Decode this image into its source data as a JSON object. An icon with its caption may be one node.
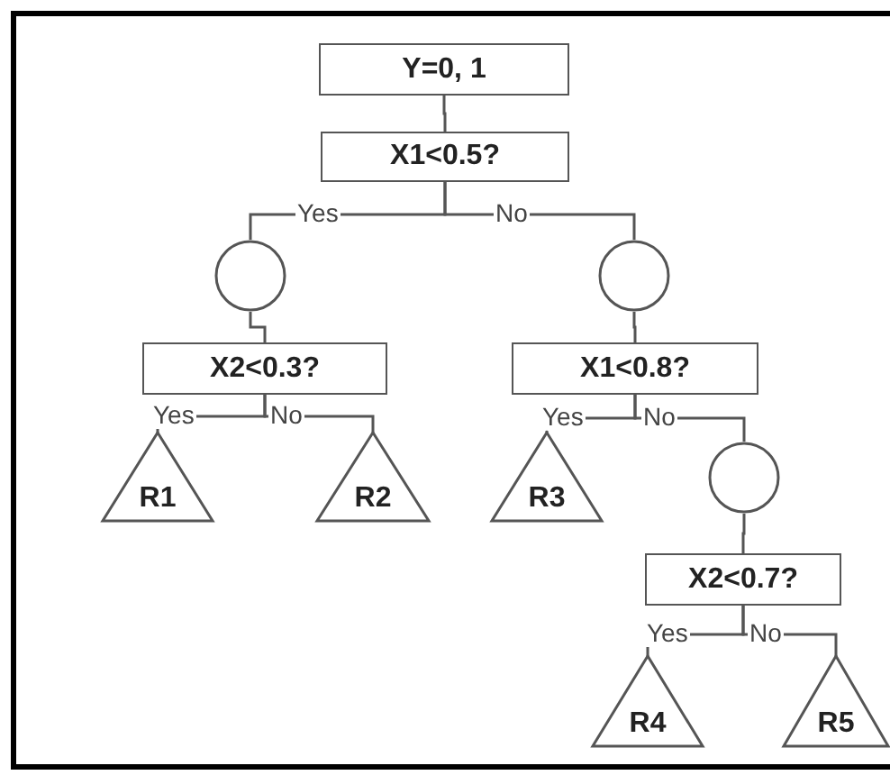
{
  "diagram": {
    "nodes": [
      {
        "text": [
          "Y=0, 1"
        ]
      },
      {
        "text": [
          "X1<0.5?"
        ]
      },
      {
        "text": [],
        "shape": "circle"
      },
      {
        "text": [],
        "shape": "circle"
      },
      {
        "text": [
          "X2<0.3?"
        ]
      },
      {
        "text": [
          "X1<0.8?"
        ]
      },
      {
        "text": [
          "R1"
        ]
      },
      {
        "text": [
          "R2"
        ]
      },
      {
        "text": [
          "R3"
        ]
      },
      {
        "text": [],
        "shape": "circle"
      },
      {
        "text": [
          "X2<0.7?"
        ]
      },
      {
        "text": [
          "R4"
        ]
      },
      {
        "text": [
          "R5"
        ]
      }
    ],
    "edges": [
      {
        "from": 0,
        "to": 1,
        "arrow": "none"
      },
      {
        "from": 1,
        "to": 2,
        "arrow": "none",
        "label": "Yes"
      },
      {
        "from": 1,
        "to": 3,
        "arrow": "none",
        "label": "No"
      },
      {
        "from": 2,
        "to": 4,
        "arrow": "none"
      },
      {
        "from": 3,
        "to": 5,
        "arrow": "none"
      },
      {
        "from": 4,
        "to": 6,
        "arrow": "none",
        "label": "Yes"
      },
      {
        "from": 4,
        "to": 7,
        "arrow": "none",
        "label": "No"
      },
      {
        "from": 5,
        "to": 8,
        "arrow": "none",
        "label": "Yes"
      },
      {
        "from": 5,
        "to": 9,
        "arrow": "none",
        "label": "No"
      },
      {
        "from": 9,
        "to": 10,
        "arrow": "none"
      },
      {
        "from": 10,
        "to": 11,
        "arrow": "none",
        "label": "Yes"
      },
      {
        "from": 10,
        "to": 12,
        "arrow": "none",
        "label": "No"
      }
    ]
  }
}
